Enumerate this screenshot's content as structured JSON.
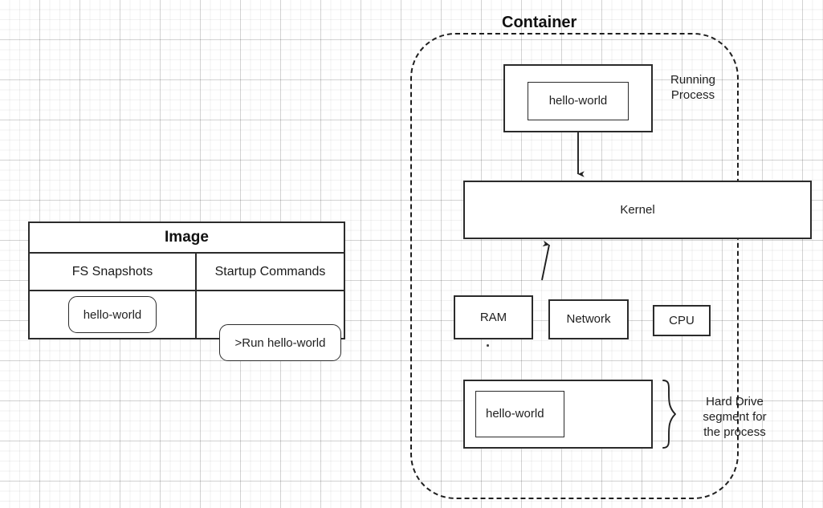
{
  "diagram": {
    "title_left": "Image",
    "container_label": "Container",
    "image_table": {
      "title": "Image",
      "columns": [
        "FS Snapshots",
        "Startup Commands"
      ],
      "cells": [
        "hello-world",
        ">Run hello-world"
      ]
    },
    "container": {
      "label": "Container",
      "process_box": {
        "inner_label": "hello-world",
        "side_label": "Running\nProcess"
      },
      "kernel": {
        "label": "Kernel"
      },
      "resources": [
        {
          "label": "RAM"
        },
        {
          "label": "Network"
        },
        {
          "label": "CPU"
        }
      ],
      "hard_drive": {
        "inner_label": "hello-world",
        "side_label": "Hard Drive\nsegment for\nthe process"
      }
    },
    "arrows": [
      {
        "name": "process-to-kernel",
        "direction": "down"
      },
      {
        "name": "resources-to-kernel",
        "direction": "up"
      }
    ],
    "colors": {
      "stroke": "#2b2b2b",
      "text": "#1f1f1f",
      "grid_minor": "#f0f0f0",
      "grid_major": "#dcdcdc",
      "background": "#ffffff"
    }
  }
}
